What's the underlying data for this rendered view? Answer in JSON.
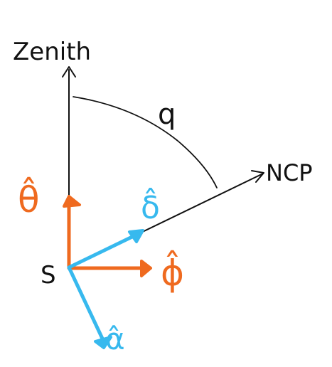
{
  "labels": {
    "zenith": "Zenith",
    "ncp": "NCP",
    "angle": "q",
    "origin": "S",
    "theta_hat": "θ̂",
    "delta_hat": "δ̂",
    "phi_hat": "ϕ̂",
    "alpha_hat": "α̂"
  },
  "colors": {
    "ink": "#111111",
    "orange": "#ef6a1f",
    "blue": "#37b9ee",
    "background": "#ffffff"
  }
}
